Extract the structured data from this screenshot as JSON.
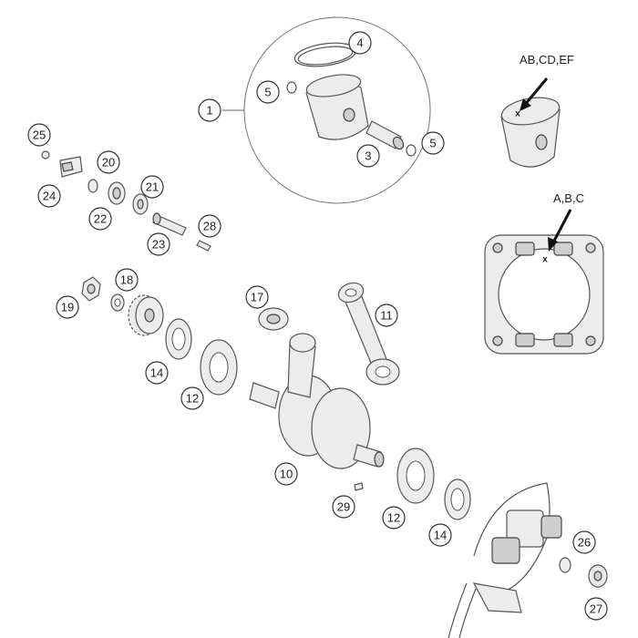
{
  "callouts": [
    {
      "label": "1"
    },
    {
      "label": "4"
    },
    {
      "label": "5"
    },
    {
      "label": "5"
    },
    {
      "label": "3"
    },
    {
      "label": "25"
    },
    {
      "label": "20"
    },
    {
      "label": "24"
    },
    {
      "label": "21"
    },
    {
      "label": "22"
    },
    {
      "label": "28"
    },
    {
      "label": "23"
    },
    {
      "label": "18"
    },
    {
      "label": "19"
    },
    {
      "label": "17"
    },
    {
      "label": "11"
    },
    {
      "label": "14"
    },
    {
      "label": "12"
    },
    {
      "label": "10"
    },
    {
      "label": "29"
    },
    {
      "label": "12"
    },
    {
      "label": "14"
    },
    {
      "label": "26"
    },
    {
      "label": "27"
    }
  ],
  "annotations": {
    "piston_marks": "AB,CD,EF",
    "cylinder_marks": "A,B,C",
    "piston_x": "x",
    "cylinder_x": "x"
  }
}
